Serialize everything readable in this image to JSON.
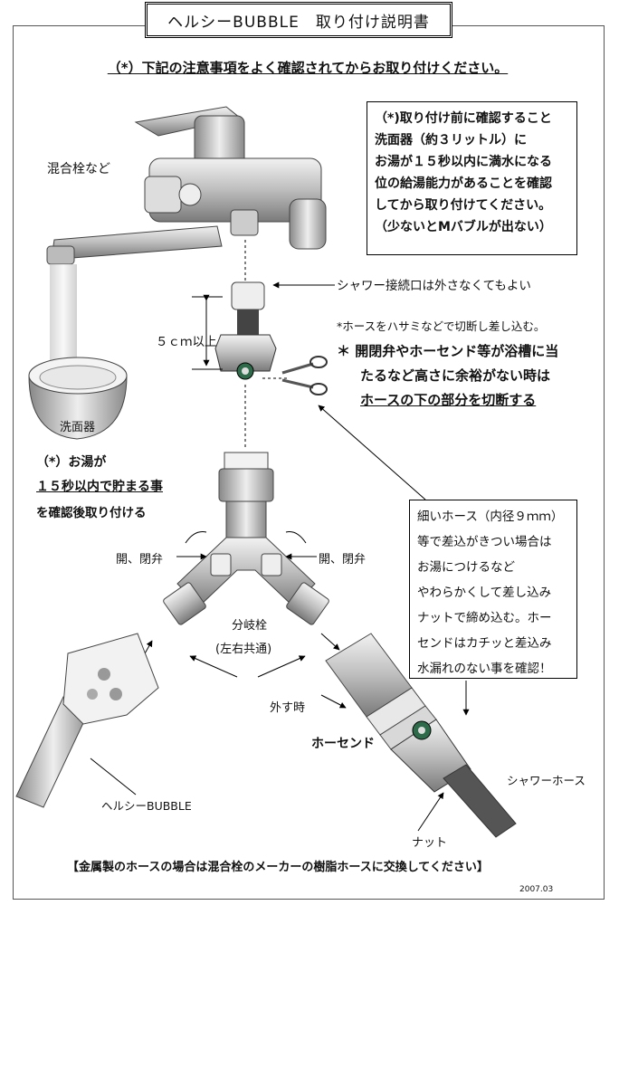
{
  "title": "ヘルシーBUBBLE　取り付け説明書",
  "caution_line": "（*）下記の注意事項をよく確認されてからお取り付けください。",
  "pre_install_box": {
    "lines": [
      "（*)取り付け前に確認すること",
      "洗面器（約３リットル）に",
      "お湯が１５秒以内に満水になる",
      "位の給湯能力があることを確認",
      "してから取り付けてください。",
      "（少ないとMバブルが出ない）"
    ]
  },
  "labels": {
    "faucet": "混合栓など",
    "shower_connector": "シャワー接続口は外さなくてもよい",
    "five_cm": "５ｃｍ以上",
    "basin": "洗面器",
    "valve_left": "開、閉弁",
    "valve_right": "開、閉弁",
    "branch_valve": "分岐栓",
    "shared": "(左右共通)",
    "remove": "外す時",
    "hose_end": "ホーセンド",
    "shower_hose": "シャワーホース",
    "nut": "ナット",
    "healthy_bubble": "ヘルシーBUBBLE"
  },
  "basin_note": {
    "line1": "（*）お湯が",
    "line2": "１５秒以内で貯まる事",
    "line3": "を確認後取り付ける"
  },
  "cut_notes": {
    "small": "*ホースをハサミなどで切断し差し込む。",
    "line1": "＊ 開閉弁やホーセンド等が浴槽に当",
    "line2": "たるなど高さに余裕がない時は",
    "line3": "ホースの下の部分を切断する"
  },
  "thin_hose_box": {
    "lines": [
      "細いホース（内径９ｍｍ）",
      "等で差込がきつい場合は",
      "お湯につけるなど",
      "やわらかくして差し込み",
      "ナットで締め込む。ホー",
      "センドはカチッと差込み",
      "水漏れのない事を確認！"
    ]
  },
  "footer_note": "【金属製のホースの場合は混合栓のメーカーの樹脂ホースに交換してください】",
  "date": "2007.03"
}
